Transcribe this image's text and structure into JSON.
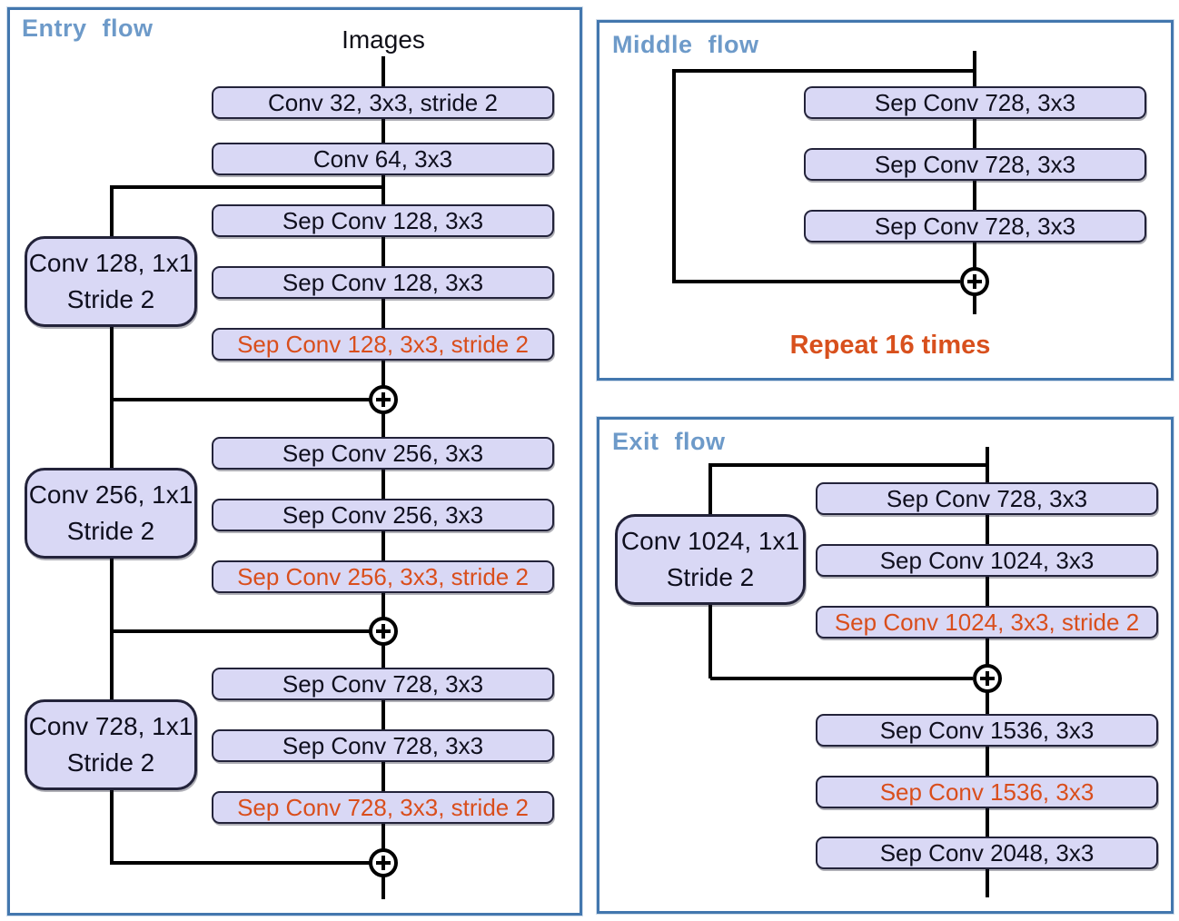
{
  "entry": {
    "title": "Entry flow",
    "input_label": "Images",
    "boxes": [
      "Conv 32, 3x3, stride 2",
      "Conv 64, 3x3",
      "Sep Conv 128, 3x3",
      "Sep Conv 128, 3x3",
      "Sep Conv 128, 3x3, stride 2",
      "Sep Conv 256, 3x3",
      "Sep Conv 256, 3x3",
      "Sep Conv 256, 3x3, stride 2",
      "Sep Conv 728, 3x3",
      "Sep Conv 728, 3x3",
      "Sep Conv 728, 3x3, stride 2"
    ],
    "side_boxes": [
      {
        "line1": "Conv 128, 1x1",
        "line2": "Stride 2"
      },
      {
        "line1": "Conv 256, 1x1",
        "line2": "Stride 2"
      },
      {
        "line1": "Conv 728, 1x1",
        "line2": "Stride 2"
      }
    ]
  },
  "middle": {
    "title": "Middle flow",
    "boxes": [
      "Sep Conv 728, 3x3",
      "Sep Conv 728, 3x3",
      "Sep Conv 728, 3x3"
    ],
    "caption": "Repeat 16 times"
  },
  "exit": {
    "title": "Exit flow",
    "boxes": [
      "Sep Conv 728, 3x3",
      "Sep Conv 1024, 3x3",
      "Sep Conv 1024, 3x3, stride 2",
      "Sep Conv 1536, 3x3",
      "Sep Conv 1536, 3x3",
      "Sep Conv 2048, 3x3"
    ],
    "side_boxes": [
      {
        "line1": "Conv 1024, 1x1",
        "line2": "Stride 2"
      }
    ]
  },
  "icons": {
    "merge_node": "plus-in-circle"
  },
  "colors": {
    "panel_border": "#4377ae",
    "title_blue": "#6d9ac9",
    "box_fill": "#d9d8f5",
    "box_border": "#23233a",
    "text_dark": "#0f0f1e",
    "highlight_orange": "#d94e1c",
    "line_black": "#000000"
  }
}
